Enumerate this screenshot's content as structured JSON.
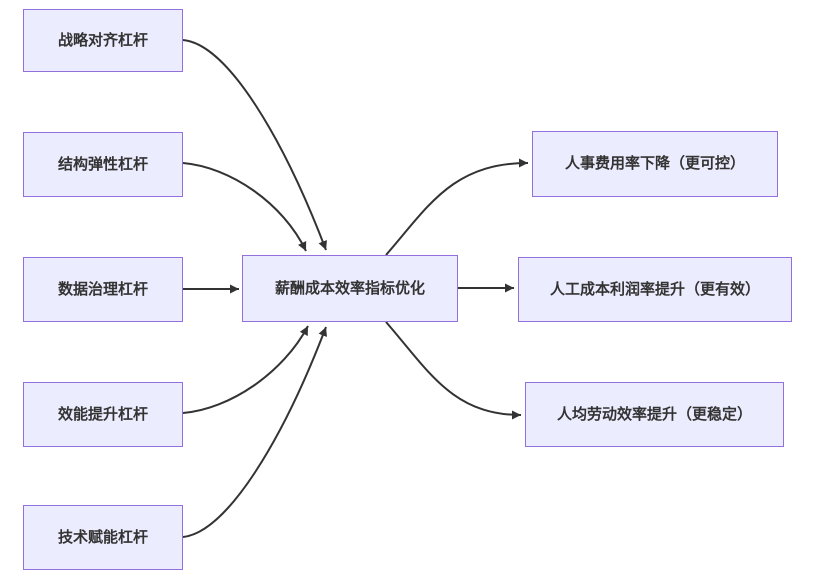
{
  "diagram": {
    "type": "flowchart",
    "direction": "left-to-right",
    "colors": {
      "node_fill": "#ECECFF",
      "node_border": "#9370DB",
      "edge": "#333333",
      "text": "#333333",
      "background": "#FFFFFF"
    },
    "center_node": {
      "id": "center",
      "label": "薪酬成本效率指标优化"
    },
    "levers": [
      {
        "id": "lever-0",
        "label": "战略对齐杠杆"
      },
      {
        "id": "lever-1",
        "label": "结构弹性杠杆"
      },
      {
        "id": "lever-2",
        "label": "数据治理杠杆"
      },
      {
        "id": "lever-3",
        "label": "效能提升杠杆"
      },
      {
        "id": "lever-4",
        "label": "技术赋能杠杆"
      }
    ],
    "outcomes": [
      {
        "id": "outcome-0",
        "label": "人事费用率下降（更可控）"
      },
      {
        "id": "outcome-1",
        "label": "人工成本利润率提升（更有效）"
      },
      {
        "id": "outcome-2",
        "label": "人均劳动效率提升（更稳定）"
      }
    ],
    "edges": [
      {
        "from": "战略对齐杠杆",
        "to": "薪酬成本效率指标优化"
      },
      {
        "from": "结构弹性杠杆",
        "to": "薪酬成本效率指标优化"
      },
      {
        "from": "数据治理杠杆",
        "to": "薪酬成本效率指标优化"
      },
      {
        "from": "效能提升杠杆",
        "to": "薪酬成本效率指标优化"
      },
      {
        "from": "技术赋能杠杆",
        "to": "薪酬成本效率指标优化"
      },
      {
        "from": "薪酬成本效率指标优化",
        "to": "人事费用率下降（更可控）"
      },
      {
        "from": "薪酬成本效率指标优化",
        "to": "人工成本利润率提升（更有效）"
      },
      {
        "from": "薪酬成本效率指标优化",
        "to": "人均劳动效率提升（更稳定）"
      }
    ]
  }
}
